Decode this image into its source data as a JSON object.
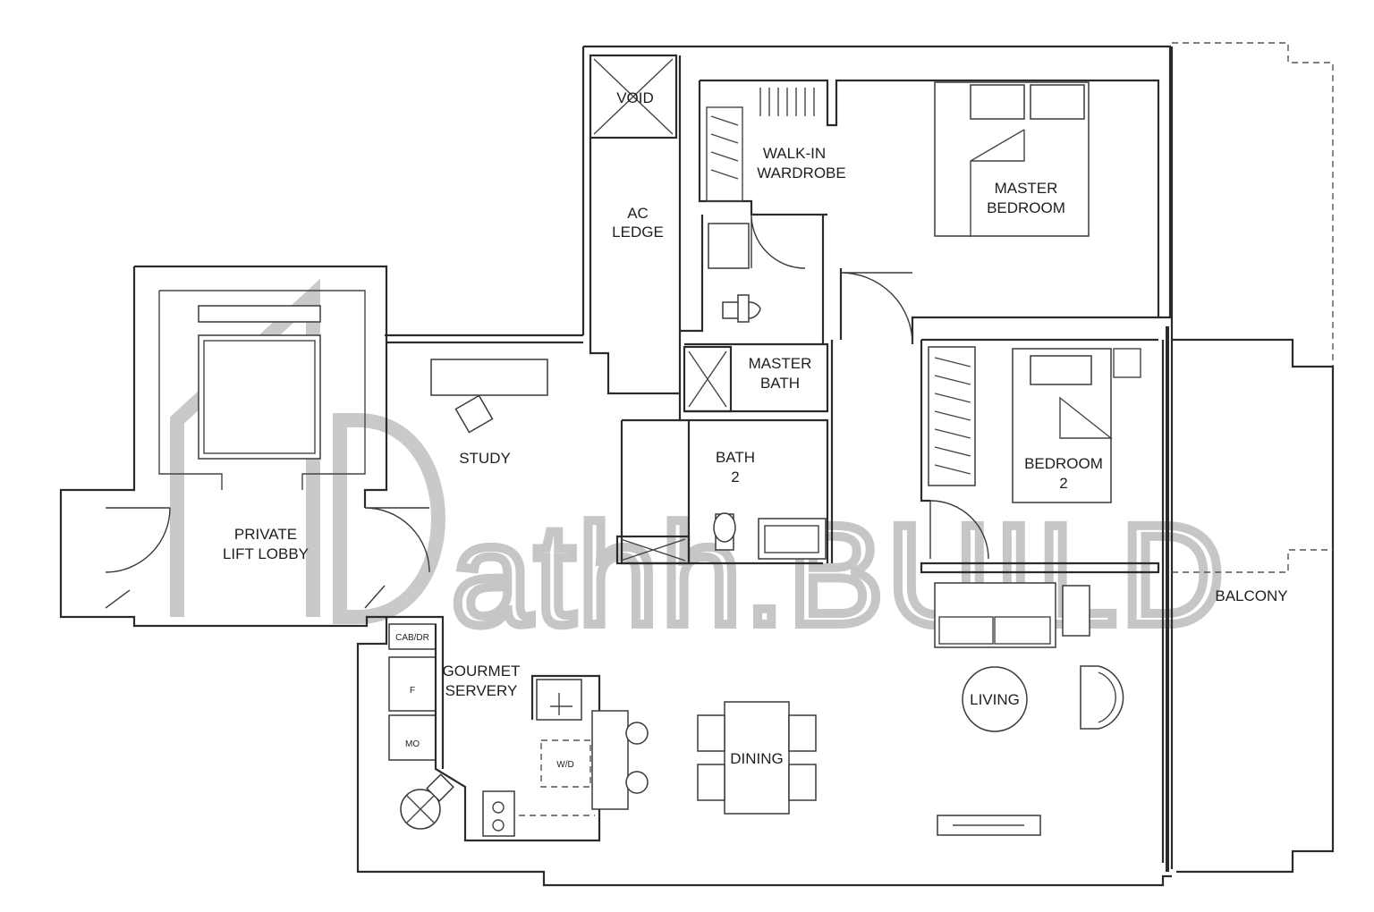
{
  "rooms": {
    "void": "VOID",
    "ac_ledge": [
      "AC",
      "LEDGE"
    ],
    "walk_in_wardrobe": [
      "WALK-IN",
      "WARDROBE"
    ],
    "master_bedroom": [
      "MASTER",
      "BEDROOM"
    ],
    "master_bath": [
      "MASTER",
      "BATH"
    ],
    "study": "STUDY",
    "bath_2": [
      "BATH",
      "2"
    ],
    "bedroom_2": [
      "BEDROOM",
      "2"
    ],
    "private_lift_lobby": [
      "PRIVATE",
      "LIFT LOBBY"
    ],
    "balcony": "BALCONY",
    "gourmet_servery": [
      "GOURMET",
      "SERVERY"
    ],
    "living": "LIVING",
    "dining": "DINING"
  },
  "fixtures": {
    "cabinet_dr": "CAB/DR",
    "fridge": "F",
    "microwave": "MO",
    "washer_dryer": "W/D"
  },
  "watermark": {
    "text": "athh.BUILD"
  }
}
